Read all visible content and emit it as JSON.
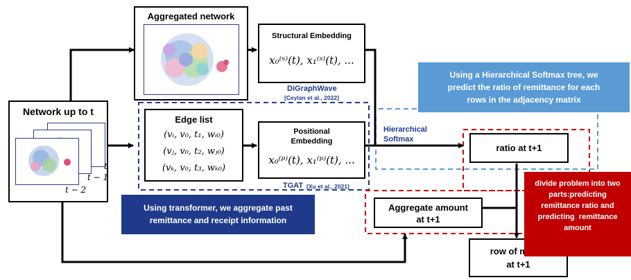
{
  "aggregated": {
    "title": "Aggregated network"
  },
  "network_up_to": {
    "title": "Network up to t",
    "labels": {
      "t": "t",
      "t_minus_1": "t − 1",
      "t_minus_2": "t − 2"
    }
  },
  "structural": {
    "title": "Structural Embedding",
    "formula": "x₀⁽ˢ⁾(t), x₁⁽ˢ⁾(t), ...",
    "method": "DiGraphWave",
    "citation": "[Ceylan et al., 2022]"
  },
  "edge_list": {
    "title": "Edge list",
    "rows": [
      "(vᵢ, v₀, t₁, wᵢ₀)",
      "(vⱼ, v₀, t₂, wⱼ₀)",
      "(vₖ, v₀, t₃, wₖ₀)"
    ]
  },
  "positional": {
    "title_line1": "Positional",
    "title_line2": "Embedding",
    "formula": "x₀⁽ᵖ⁾(t), x₁⁽ᵖ⁾(t), ...",
    "method": "TGAT",
    "citation": "[Xu et al., 2021]"
  },
  "hierarchical": {
    "line1": "Hierarchical",
    "line2": "Softmax"
  },
  "note_softmax": {
    "line1": "Using a Hierarchical Softmax tree, we",
    "line2": "predict the ratio of remittance for each",
    "line3": "rows in the adjacency matrix"
  },
  "note_transformer": {
    "line1": "Using transformer, we aggregate past",
    "line2": "remittance and receipt information"
  },
  "note_divide": {
    "line1": "divide problem into two",
    "line2": "parts:predicting",
    "line3": "remittance ratio and",
    "line4": "predicting  remittance",
    "line5": "amount"
  },
  "ratio": {
    "label": "ratio at t+1"
  },
  "aggregate_amount": {
    "line1": "Aggregate amount",
    "line2": "at t+1"
  },
  "row_of_matrix": {
    "line1": "row of matrix",
    "line2": "at t+1"
  },
  "colors": {
    "navy": "#1f3a8a",
    "light_blue": "#5b9bd5",
    "red": "#c00000",
    "dashed_red": "#d00000",
    "dashed_navy": "#1f3a8a",
    "dashed_light_blue": "#5b9bd5"
  }
}
